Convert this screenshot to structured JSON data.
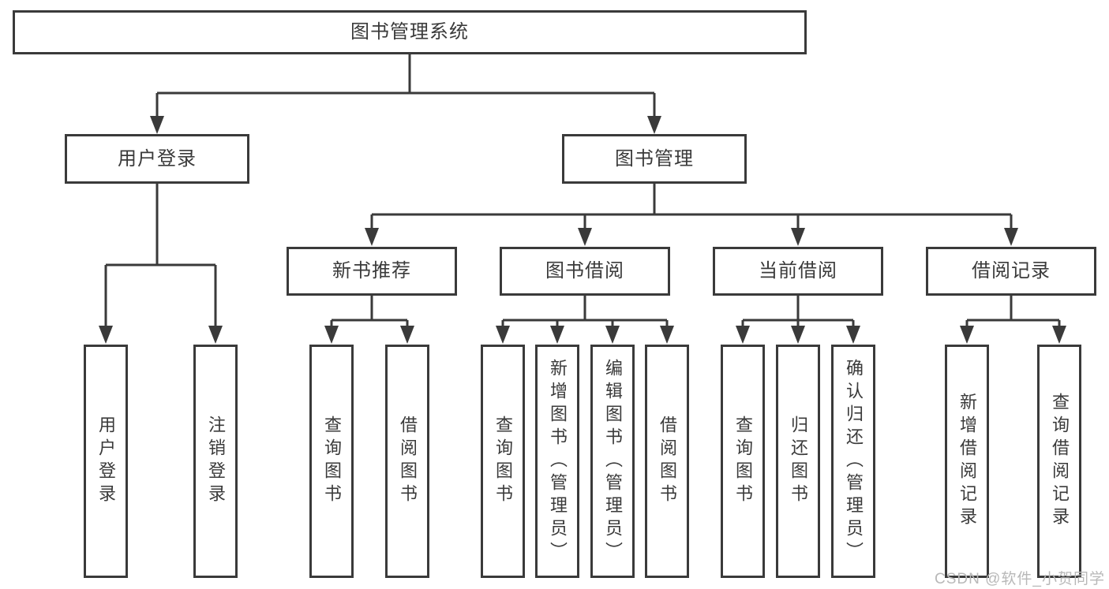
{
  "colors": {
    "background": "#ffffff",
    "line": "#3a3a3a",
    "box_border": "#3a3a3a",
    "text": "#3a3a3a",
    "watermark": "#b8b8b8"
  },
  "watermark": {
    "text": "CSDN @软件_小贺同学"
  },
  "tree": {
    "root": {
      "label": "图书管理系统",
      "children": [
        {
          "label": "用户登录",
          "children": [
            {
              "label": "用户登录"
            },
            {
              "label": "注销登录"
            }
          ]
        },
        {
          "label": "图书管理",
          "children": [
            {
              "label": "新书推荐",
              "children": [
                {
                  "label": "查询图书"
                },
                {
                  "label": "借阅图书"
                }
              ]
            },
            {
              "label": "图书借阅",
              "children": [
                {
                  "label": "查询图书"
                },
                {
                  "label": "新增图书（管理员）"
                },
                {
                  "label": "编辑图书（管理员）"
                },
                {
                  "label": "借阅图书"
                }
              ]
            },
            {
              "label": "当前借阅",
              "children": [
                {
                  "label": "查询图书"
                },
                {
                  "label": "归还图书"
                },
                {
                  "label": "确认归还（管理员）"
                }
              ]
            },
            {
              "label": "借阅记录",
              "children": [
                {
                  "label": "新增借阅记录"
                },
                {
                  "label": "查询借阅记录"
                }
              ]
            }
          ]
        }
      ]
    }
  }
}
